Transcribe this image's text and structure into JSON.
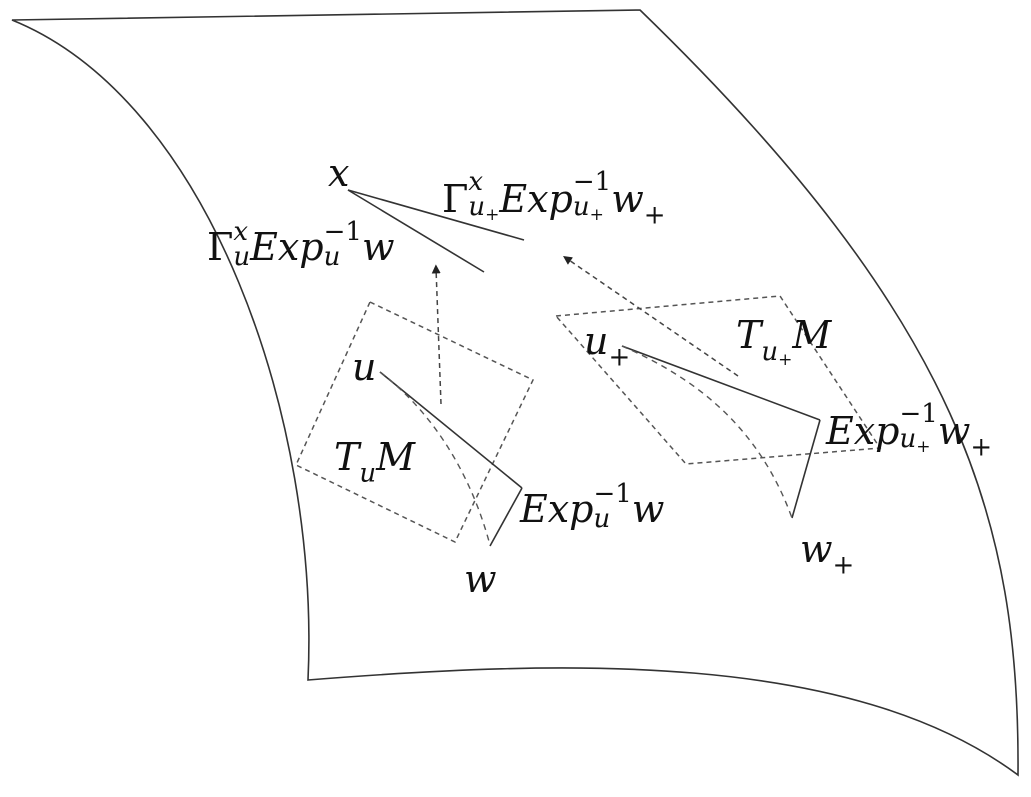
{
  "labels": {
    "x": "x",
    "u": "u",
    "w": "w",
    "u_plus_base": "u",
    "plus": "+",
    "w_plus_base": "w",
    "TuM": {
      "T": "T",
      "sub": "u",
      "M": "M"
    },
    "TuplusM": {
      "T": "T",
      "sub": "u",
      "subsub": "+",
      "M": "M"
    },
    "exp_w": {
      "main": "Exp",
      "sub": "u",
      "sup": "−1",
      "arg": "w"
    },
    "exp_wplus": {
      "main": "Exp",
      "sub": "u",
      "subsub": "+",
      "sup": "−1",
      "arg": "w",
      "argsub": "+"
    },
    "gamma_u": {
      "gamma": "Γ",
      "sub": "u",
      "sup": "x",
      "main": "Exp",
      "sub2": "u",
      "sup2": "−1",
      "arg": "w"
    },
    "gamma_uplus": {
      "gamma": "Γ",
      "sub": "u",
      "subsub": "+",
      "sup": "x",
      "main": "Exp",
      "sub2": "u",
      "subsub2": "+",
      "sup2": "−1",
      "arg": "w",
      "argsub": "+"
    }
  },
  "colors": {
    "stroke": "#333333",
    "dashed": "#555555"
  }
}
